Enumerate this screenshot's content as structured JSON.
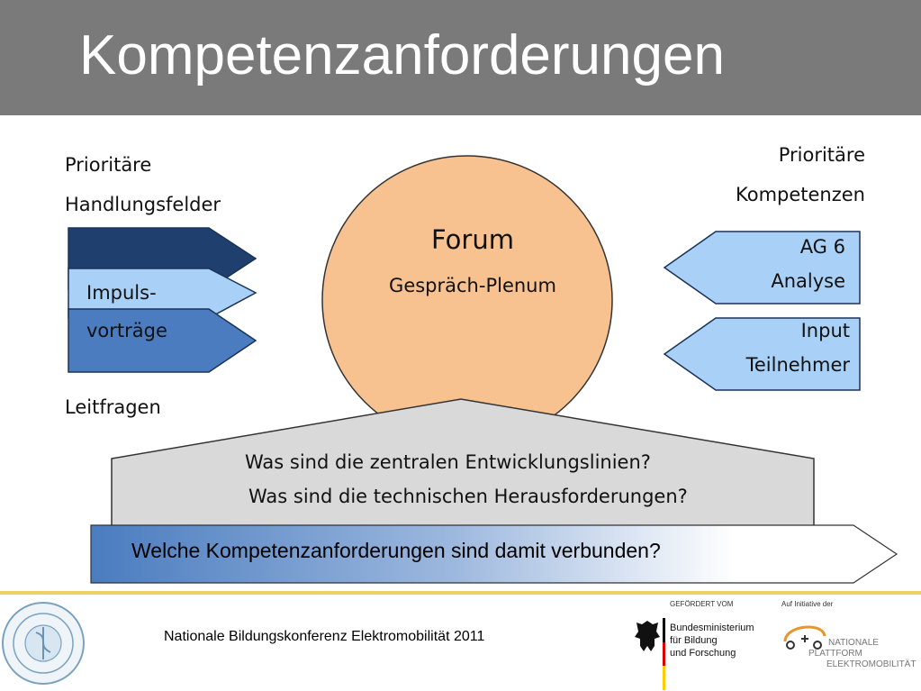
{
  "title": "Kompetenzanforderungen",
  "left": {
    "heading_line1": "Prioritäre",
    "heading_line2": "Handlungsfelder",
    "arrow_line1": "Impuls-",
    "arrow_line2": "vorträge",
    "leitfragen": "Leitfragen"
  },
  "right": {
    "heading_line1": "Prioritäre",
    "heading_line2": "Kompetenzen",
    "box1_line1": "AG 6",
    "box1_line2": "Analyse",
    "box2_line1": "Input",
    "box2_line2": "Teilnehmer"
  },
  "center": {
    "forum": "Forum",
    "subtitle": "Gespräch-Plenum"
  },
  "questions": {
    "q1": "Was sind die zentralen Entwicklungslinien?",
    "q2": "Was sind die technischen Herausforderungen?",
    "q3": "Welche Kompetenzanforderungen sind damit verbunden?"
  },
  "footer": {
    "conference": "Nationale Bildungskonferenz Elektromobilität 2011",
    "gefoerdert": "GEFÖRDERT VOM",
    "bmbf_line1": "Bundesministerium",
    "bmbf_line2": "für Bildung",
    "bmbf_line3": "und Forschung",
    "initiative": "Auf Initiative der",
    "npe_line1": "NATIONALE",
    "npe_line2": "PLATTFORM",
    "npe_line3": "ELEKTROMOBILITÄT"
  },
  "colors": {
    "header": "#7a7a7a",
    "circle": "#f8c190",
    "navy": "#1f3f6e",
    "light_blue": "#a9d0f6",
    "mid_blue": "#4a7cbf",
    "gray_box": "#d9d9d9",
    "footer_line": "#efcf6a"
  }
}
